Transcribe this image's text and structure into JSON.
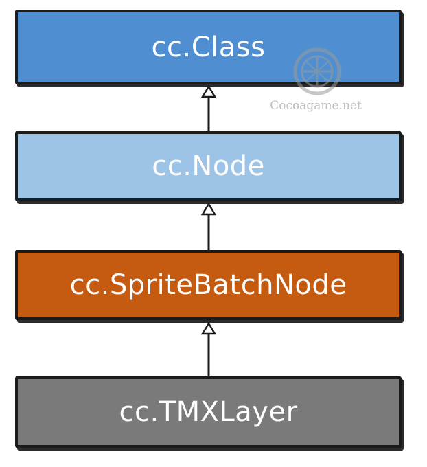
{
  "diagram": {
    "classes": [
      {
        "label": "cc.Class",
        "fill": "#4f8fd1",
        "text_color": "#ffffff"
      },
      {
        "label": "cc.Node",
        "fill": "#9dc3e6",
        "text_color": "#ffffff"
      },
      {
        "label": "cc.SpriteBatchNode",
        "fill": "#c55a11",
        "text_color": "#ffffff"
      },
      {
        "label": "cc.TMXLayer",
        "fill": "#7a7a7a",
        "text_color": "#ffffff"
      }
    ],
    "relation": "inheritance",
    "arrow_color": "#1b1b1b"
  },
  "watermark": {
    "text": "Cocoagame.net"
  }
}
